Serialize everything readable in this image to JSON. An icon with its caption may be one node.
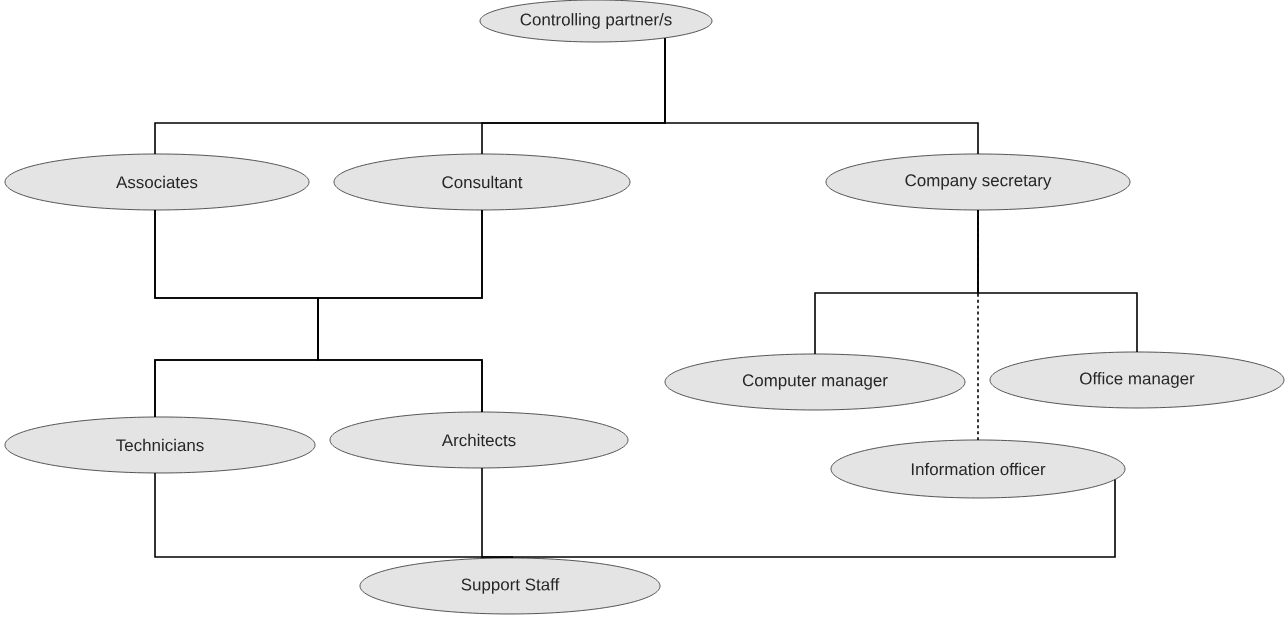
{
  "diagram": {
    "nodes": [
      {
        "text": [
          "Controlling partner/s"
        ]
      },
      {
        "text": [
          "Associates"
        ]
      },
      {
        "text": [
          "Consultant"
        ]
      },
      {
        "text": [
          "Company secretary"
        ]
      },
      {
        "text": [
          "Computer manager"
        ]
      },
      {
        "text": [
          "Office manager"
        ]
      },
      {
        "text": [
          "Information officer"
        ]
      },
      {
        "text": [
          "Technicians"
        ]
      },
      {
        "text": [
          "Architects"
        ]
      },
      {
        "text": [
          "Support Staff"
        ]
      }
    ],
    "edges": [
      {
        "from": 0,
        "to": 1,
        "arrow": "none"
      },
      {
        "from": 0,
        "to": 2,
        "arrow": "none"
      },
      {
        "from": 0,
        "to": 3,
        "arrow": "none"
      },
      {
        "from": 1,
        "to": 7,
        "arrow": "none"
      },
      {
        "from": 1,
        "to": 8,
        "arrow": "none"
      },
      {
        "from": 2,
        "to": 7,
        "arrow": "none"
      },
      {
        "from": 2,
        "to": 8,
        "arrow": "none"
      },
      {
        "from": 3,
        "to": 4,
        "arrow": "none"
      },
      {
        "from": 3,
        "to": 5,
        "arrow": "none"
      },
      {
        "from": 3,
        "to": 6,
        "arrow": "none",
        "style": "dashed"
      },
      {
        "from": 7,
        "to": 9,
        "arrow": "none"
      },
      {
        "from": 8,
        "to": 9,
        "arrow": "none"
      },
      {
        "from": 6,
        "to": 9,
        "arrow": "none"
      }
    ]
  }
}
